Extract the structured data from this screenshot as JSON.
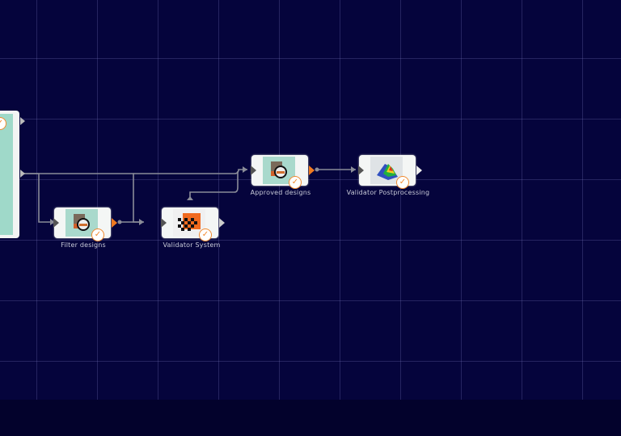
{
  "workflow": {
    "nodes": [
      {
        "id": "source",
        "label": ""
      },
      {
        "id": "filter",
        "label": "Filter designs",
        "status": "executed"
      },
      {
        "id": "validator-system",
        "label": "Validator System",
        "status": "executed"
      },
      {
        "id": "approved",
        "label": "Approved designs",
        "status": "executed"
      },
      {
        "id": "validator-post",
        "label": "Validator Postprocessing",
        "status": "executed"
      }
    ],
    "status_icon": "check-icon",
    "status_glyph": "✓"
  },
  "colors": {
    "background": "#05043c",
    "node_teal": "#9fd9c9",
    "accent_orange": "#f07a20"
  }
}
